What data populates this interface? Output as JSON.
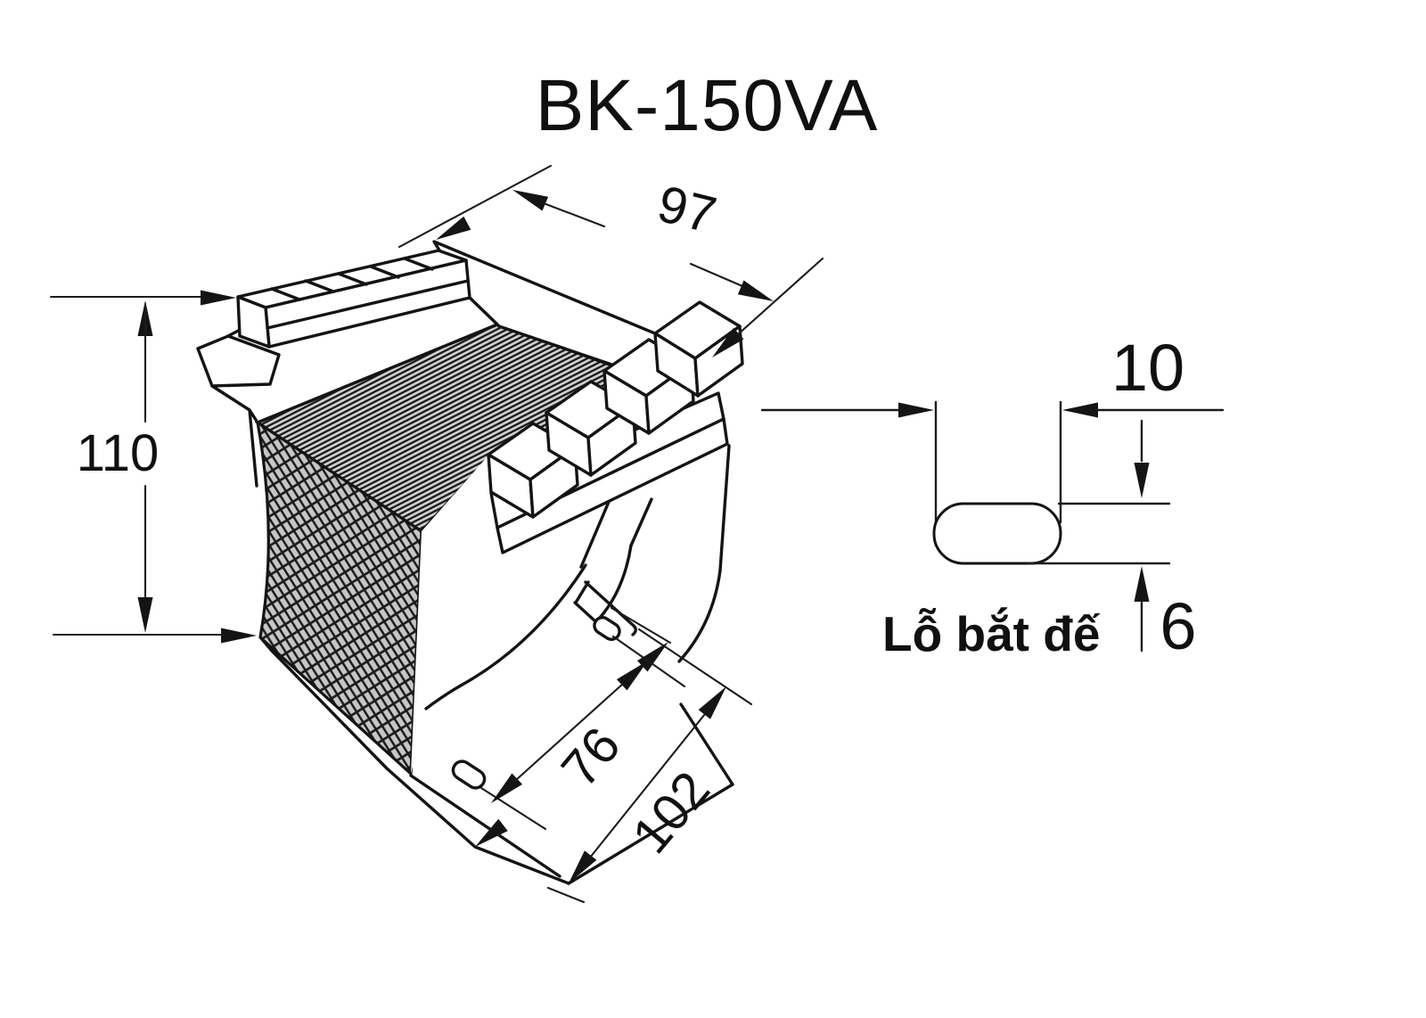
{
  "page": {
    "background": "#ffffff"
  },
  "drawing": {
    "title": "BK-150VA",
    "type": "isometric technical drawing of transformer with mounting-hole detail",
    "ink_color": "#141414",
    "fine_hatch_bg": "#d2d2d2",
    "cross_hatch_bg": "#c6c6c6"
  },
  "dims": {
    "height": "110",
    "top_depth": "97",
    "slot_spacing": "76",
    "base_length": "102",
    "slot_width": "10",
    "slot_height": "6"
  },
  "detail": {
    "label": "Lỗ bắt đế"
  }
}
